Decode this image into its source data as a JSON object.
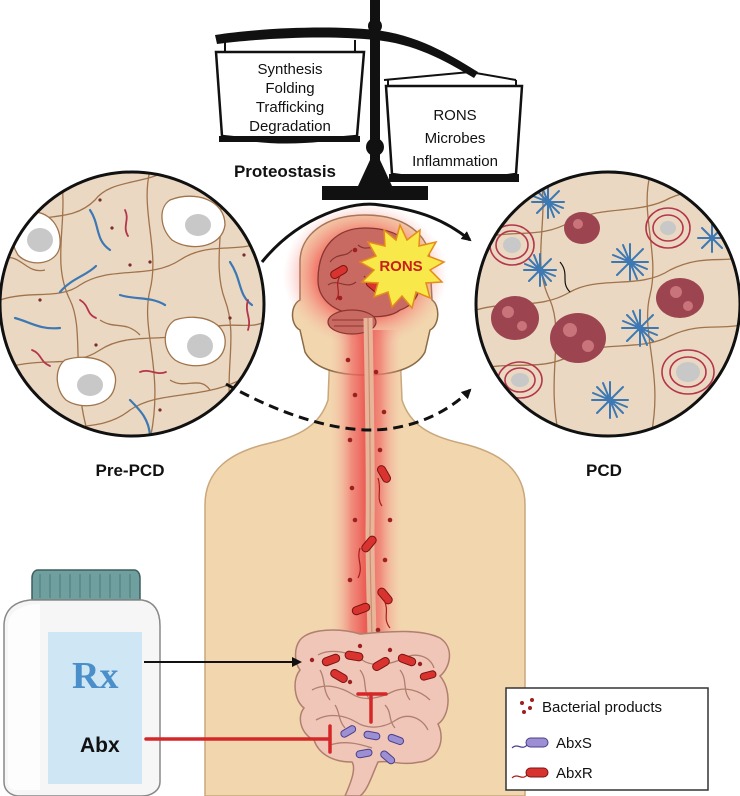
{
  "scale": {
    "left_pan": [
      "Synthesis",
      "Folding",
      "Trafficking",
      "Degradation"
    ],
    "right_pan": [
      "RONS",
      "Microbes",
      "Inflammation"
    ],
    "caption": "Proteostasis"
  },
  "circles": {
    "left_label": "Pre-PCD",
    "right_label": "PCD"
  },
  "burst_label": "RONS",
  "bottle": {
    "rx_label": "Rx",
    "drug_label": "Abx"
  },
  "legend": {
    "items": [
      {
        "label": "Bacterial products",
        "icon": "star-cluster-icon"
      },
      {
        "label": "AbxS",
        "icon": "purple-bacterium-icon"
      },
      {
        "label": "AbxR",
        "icon": "red-bacterium-icon"
      }
    ]
  },
  "colors": {
    "skin": "#f2d6ae",
    "inflammation": "#e8383a",
    "bacterium_red": "#d9332f",
    "bacterium_purple": "#9d8fd4",
    "protein_blue": "#3c78b3",
    "protein_red": "#b5354b",
    "plaque": "#9c4550",
    "bottle_cap": "#6f9f9e",
    "label_panel": "#cfe6f5",
    "inhibit_line": "#d62728"
  }
}
